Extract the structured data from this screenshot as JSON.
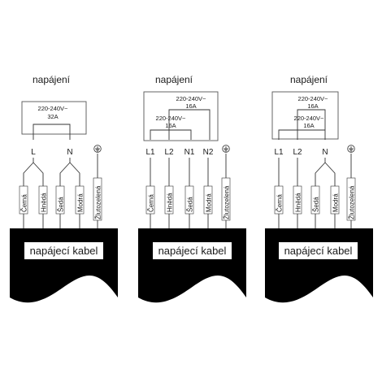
{
  "colors": {
    "cable": "#000000",
    "line": "#333333",
    "background": "#ffffff"
  },
  "panels": [
    {
      "title": "napájení",
      "ratings": [
        {
          "voltage": "220-240V~",
          "current": "32A"
        }
      ],
      "terminals": [
        "L",
        "N"
      ],
      "wires": [
        "Černá",
        "Hnědá",
        "Šedá",
        "Modrá",
        "Žlutozelená"
      ],
      "cable": "napájecí kabel"
    },
    {
      "title": "napájení",
      "ratings": [
        {
          "voltage": "220-240V~",
          "current": "16A"
        },
        {
          "voltage": "220-240V~",
          "current": "16A"
        }
      ],
      "terminals": [
        "L1",
        "L2",
        "N1",
        "N2"
      ],
      "wires": [
        "Černá",
        "Hnědá",
        "Šedá",
        "Modrá",
        "Žlutozelená"
      ],
      "cable": "napájecí kabel"
    },
    {
      "title": "napájení",
      "ratings": [
        {
          "voltage": "220-240V~",
          "current": "16A"
        },
        {
          "voltage": "220-240V~",
          "current": "16A"
        }
      ],
      "terminals": [
        "L1",
        "L2",
        "N"
      ],
      "wires": [
        "Černá",
        "Hnědá",
        "Šedá",
        "Modrá",
        "Žlutozelená"
      ],
      "cable": "napájecí kabel"
    }
  ]
}
